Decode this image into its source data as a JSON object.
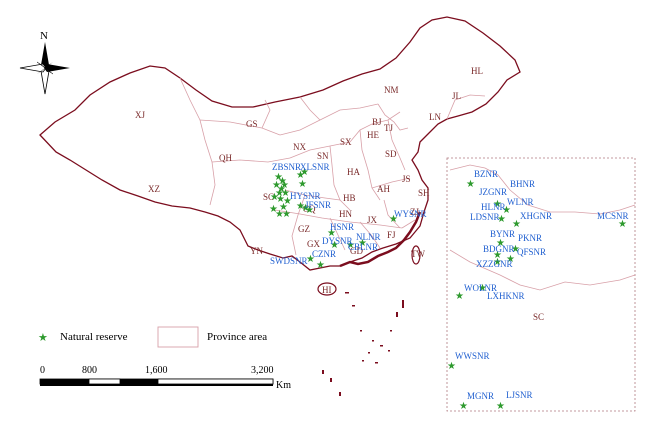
{
  "north_label": "N",
  "colors": {
    "boundary": "#7b0d1e",
    "province": "#d8a0a8",
    "star": "#2e9a2e",
    "reserve_label": "#1f5fd0",
    "province_label": "#7a2a2a"
  },
  "provinces": [
    "XJ",
    "XZ",
    "QH",
    "GS",
    "NM",
    "HL",
    "JL",
    "LN",
    "BJ",
    "TJ",
    "HE",
    "SX",
    "SN",
    "NX",
    "SD",
    "HA",
    "JS",
    "SH",
    "AH",
    "HB",
    "SC",
    "CQ",
    "GZ",
    "HN",
    "JX",
    "ZJ",
    "FJ",
    "YN",
    "GX",
    "GD",
    "HI",
    "TW",
    "SC"
  ],
  "reserves": [
    "ZBSNR",
    "XLSNR",
    "HYSNR",
    "JFSNR",
    "HSNR",
    "DYSNR",
    "NLNR",
    "CBLNR",
    "WYSNR",
    "SWDSNR",
    "CZNR",
    "BZNR",
    "JZGNR",
    "BHNR",
    "HLNR",
    "WLNR",
    "LDSNR",
    "XHGNR",
    "MCSNR",
    "BYNR",
    "PKNR",
    "BDGNR",
    "QFSNR",
    "XZZGNR",
    "WOLNR",
    "LXHKNR",
    "WWSNR",
    "MGNR",
    "LJSNR"
  ],
  "legend": {
    "reserve_label": "Natural reserve",
    "province_label": "Province area"
  },
  "scale": {
    "ticks": [
      "0",
      "800",
      "1,600",
      "3,200"
    ],
    "unit": "Km"
  }
}
